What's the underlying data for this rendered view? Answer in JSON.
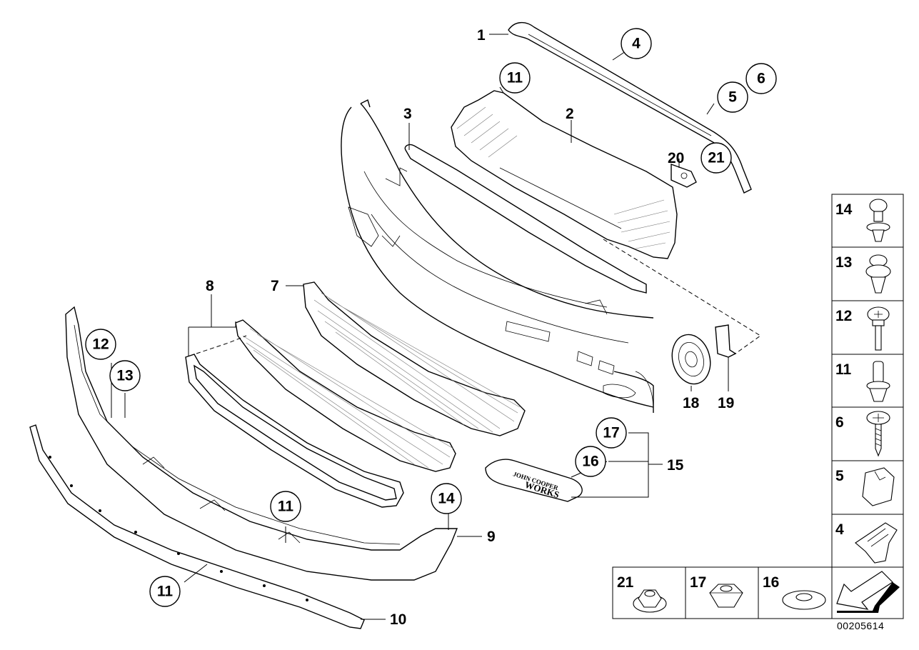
{
  "diagram": {
    "doc_number": "00205614",
    "badge_text_top": "JOHN COOPER",
    "badge_text_bottom": "WORKS",
    "callouts": {
      "c1": "1",
      "c2": "2",
      "c3": "3",
      "c4": "4",
      "c5": "5",
      "c6": "6",
      "c7": "7",
      "c8": "8",
      "c9": "9",
      "c10": "10",
      "c11a": "11",
      "c11b": "11",
      "c11c": "11",
      "c12": "12",
      "c13": "13",
      "c14": "14",
      "c15": "15",
      "c16": "16",
      "c17": "17",
      "c18": "18",
      "c19": "19",
      "c20": "20",
      "c21": "21"
    },
    "legend_right": [
      "14",
      "13",
      "12",
      "11",
      "6",
      "5",
      "4"
    ],
    "legend_bottom": [
      "21",
      "17",
      "16"
    ]
  }
}
